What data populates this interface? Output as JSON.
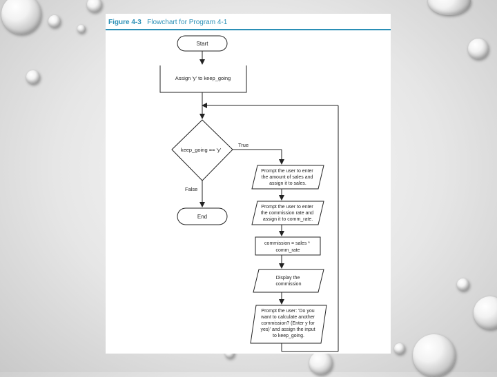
{
  "figure": {
    "label": "Figure 4-3",
    "title": "Flowchart for Program 4-1"
  },
  "flowchart": {
    "start": "Start",
    "assign": "Assign 'y' to keep_going",
    "decision": "keep_going == 'y'",
    "true_label": "True",
    "false_label": "False",
    "end": "End",
    "prompt_sales": [
      "Prompt the user to enter",
      "the amount of sales and",
      "assign it to sales."
    ],
    "prompt_rate": [
      "Prompt the user to enter",
      "the commission rate and",
      "assign it to comm_rate."
    ],
    "calc": [
      "commission = sales *",
      "comm_rate"
    ],
    "display": [
      "Display the",
      "commission"
    ],
    "prompt_again": [
      "Prompt the user: 'Do you",
      "want to calculate another",
      "commission? (Enter y for",
      "yes)' and assign the input",
      "to keep_going."
    ]
  },
  "colors": {
    "accent": "#2a8fb6",
    "line": "#222222"
  }
}
